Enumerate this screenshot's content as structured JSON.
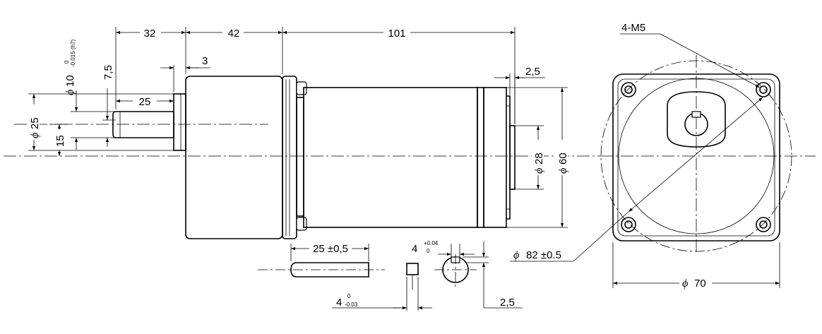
{
  "dimensions": {
    "dim_32": "32",
    "dim_42": "42",
    "dim_101": "101",
    "dim_3": "3",
    "dim_25": "25",
    "dim_7_5": "7,5",
    "dim_2_5_top": "2,5",
    "dim_15": "15",
    "dia_10": "10",
    "tol_10_upper": "0",
    "tol_10_lower": "-0.015 (h7)",
    "dia_25": "25",
    "dia_28": "28",
    "dia_60": "60",
    "dia_70": "70",
    "dia_82": "82 ±0.5",
    "thread_label": "4-M5",
    "shaft_len": "25 ±0,5",
    "key_w": "4",
    "key_w_upper": "+0.04",
    "key_w_lower": "0",
    "key_bottom": "4",
    "key_bottom_upper": "0",
    "key_bottom_lower": "-0.03",
    "dim_2_5_bottom": "2,5",
    "phi_symbol": "ϕ"
  }
}
